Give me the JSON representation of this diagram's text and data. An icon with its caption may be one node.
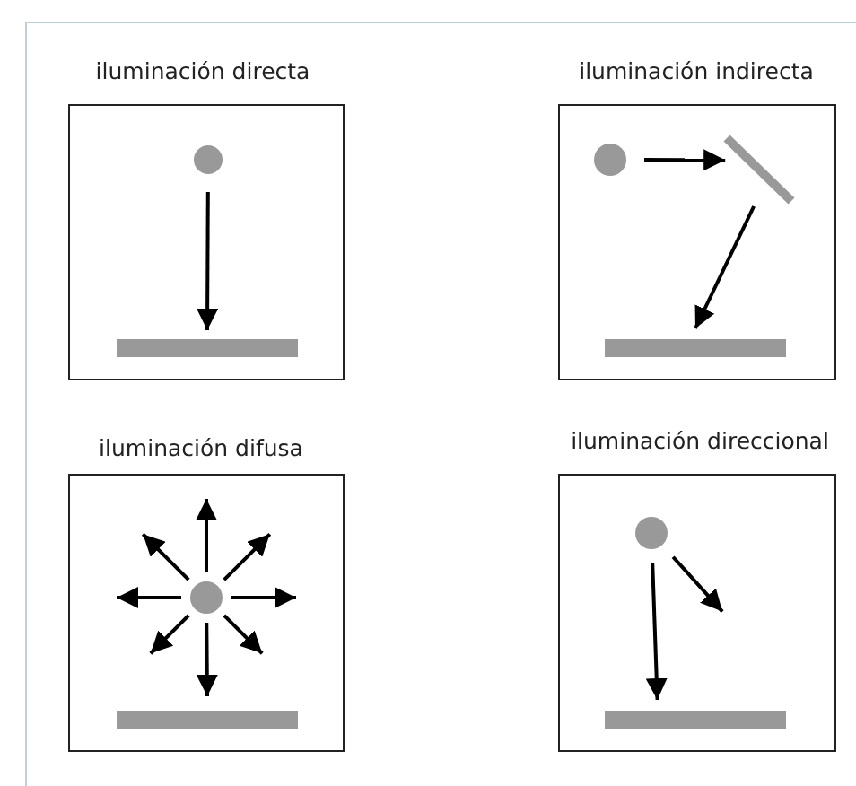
{
  "diagram": {
    "nodes": [
      {
        "text": [
          "iluminación directa"
        ]
      },
      {
        "text": [],
        "shape": "circle",
        "in": 0
      },
      {
        "text": [],
        "shape": "bar",
        "in": 0
      },
      {
        "text": [
          "iluminación indirecta"
        ]
      },
      {
        "text": [],
        "shape": "circle",
        "in": 3
      },
      {
        "text": [],
        "shape": "bar",
        "in": 3
      },
      {
        "text": [],
        "shape": "bar",
        "in": 3
      },
      {
        "text": [
          "iluminación difusa"
        ]
      },
      {
        "text": [],
        "shape": "circle",
        "in": 7
      },
      {
        "text": [],
        "shape": "bar",
        "in": 7
      },
      {
        "text": [
          "iluminación direccional"
        ]
      },
      {
        "text": [],
        "shape": "circle",
        "in": 10
      },
      {
        "text": [],
        "shape": "bar",
        "in": 10
      }
    ],
    "edges": [
      {
        "from": 1,
        "to": 2,
        "arrow": "to"
      },
      {
        "from": 4,
        "to": 5,
        "arrow": "to"
      },
      {
        "from": 5,
        "to": 6,
        "arrow": "to"
      },
      {
        "from": 8,
        "to": null,
        "arrow": "to"
      },
      {
        "from": 8,
        "to": null,
        "arrow": "to"
      },
      {
        "from": 8,
        "to": null,
        "arrow": "to"
      },
      {
        "from": 8,
        "to": null,
        "arrow": "to"
      },
      {
        "from": 8,
        "to": 9,
        "arrow": "to"
      },
      {
        "from": 8,
        "to": null,
        "arrow": "to"
      },
      {
        "from": 8,
        "to": null,
        "arrow": "to"
      },
      {
        "from": 8,
        "to": null,
        "arrow": "to"
      },
      {
        "from": 11,
        "to": 12,
        "arrow": "to"
      },
      {
        "from": 11,
        "to": null,
        "arrow": "to"
      }
    ]
  }
}
